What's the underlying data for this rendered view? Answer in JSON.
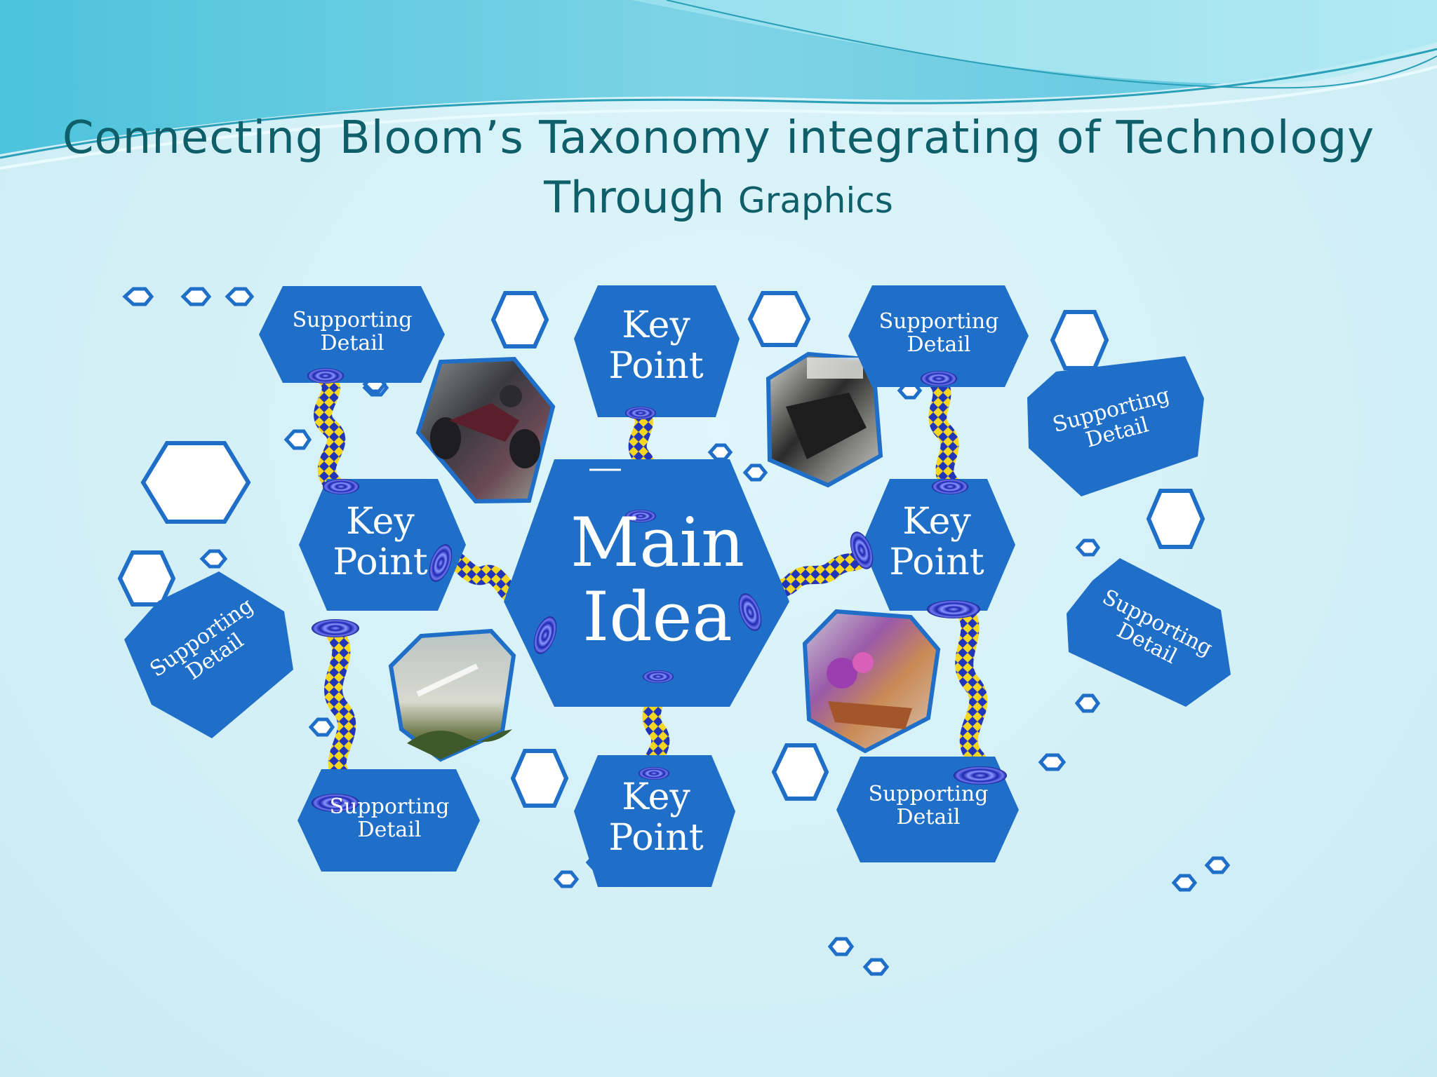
{
  "title": {
    "line1": "Connecting Bloom’s Taxonomy integrating of Technology",
    "line2_main": "Through",
    "line2_small": "Graphics"
  },
  "nodes": {
    "main_idea": "Main Idea",
    "key_point_top": "Key Point",
    "key_point_left": "Key Point",
    "key_point_right": "Key Point",
    "key_point_bottom": "Key Point",
    "supporting_detail_top_left": "Supporting Detail",
    "supporting_detail_top_right": "Supporting Detail",
    "supporting_detail_far_right_upper": "Supporting Detail",
    "supporting_detail_far_right_lower": "Supporting Detail",
    "supporting_detail_far_left": "Supporting Detail",
    "supporting_detail_bottom_left": "Supporting Detail",
    "supporting_detail_bottom_right": "Supporting Detail"
  },
  "colors": {
    "hex_fill": "#1f6fc9",
    "connector_yellow": "#f3d621",
    "connector_blue": "#2234b8",
    "outline_hex": "#1f6fc9",
    "title": "#0f5f6a"
  }
}
